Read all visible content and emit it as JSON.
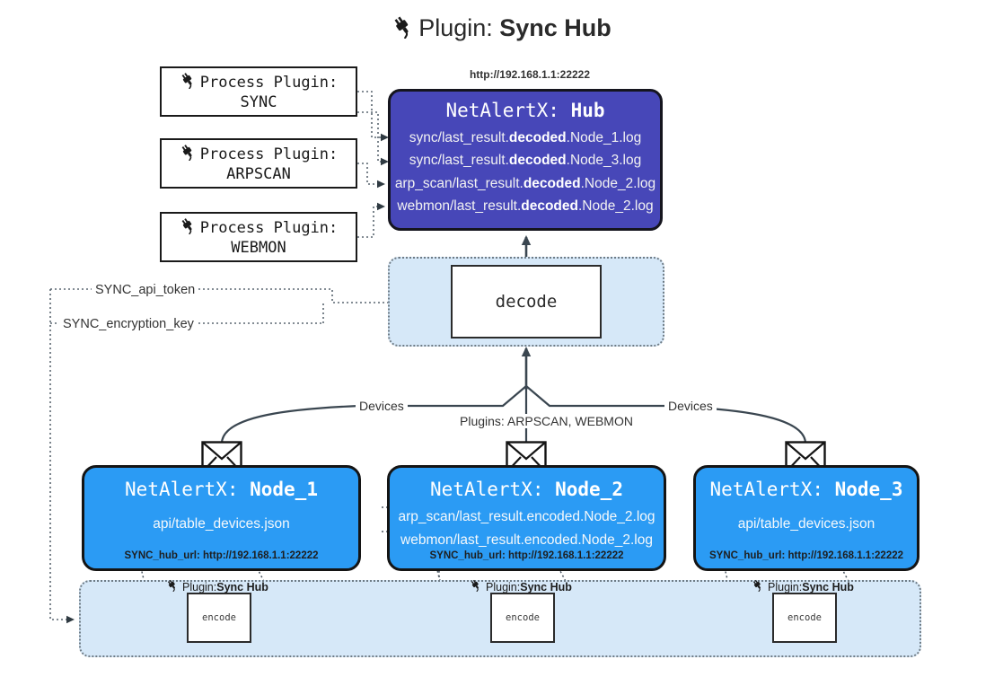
{
  "title": {
    "icon": "plug-icon",
    "prefix": "Plugin: ",
    "name": "Sync Hub"
  },
  "process_plugins": [
    {
      "icon": "plug-icon",
      "line1": "Process Plugin:",
      "line2": "SYNC"
    },
    {
      "icon": "plug-icon",
      "line1": "Process Plugin:",
      "line2": "ARPSCAN"
    },
    {
      "icon": "plug-icon",
      "line1": "Process Plugin:",
      "line2": "WEBMON"
    }
  ],
  "hub": {
    "url": "http://192.168.1.1:22222",
    "title_prefix": "NetAlertX: ",
    "title_name": "Hub",
    "logs": [
      {
        "pre": "sync/last_result.",
        "bold": "decoded",
        "post": ".Node_1.log"
      },
      {
        "pre": "sync/last_result.",
        "bold": "decoded",
        "post": ".Node_3.log"
      },
      {
        "pre": "arp_scan/last_result.",
        "bold": "decoded",
        "post": ".Node_2.log"
      },
      {
        "pre": "webmon/last_result.",
        "bold": "decoded",
        "post": ".Node_2.log"
      }
    ]
  },
  "decode": {
    "label": "decode"
  },
  "tokens": [
    {
      "label": "SYNC_api_token"
    },
    {
      "label": "SYNC_encryption_key"
    }
  ],
  "edge_labels": {
    "left_devices": "Devices",
    "center_plugins": "Plugins: ARPSCAN, WEBMON",
    "right_devices": "Devices"
  },
  "nodes": [
    {
      "title_prefix": "NetAlertX: ",
      "title_name": "Node_1",
      "lines": [
        "api/table_devices.json"
      ],
      "footer": "SYNC_hub_url: http://192.168.1.1:22222"
    },
    {
      "title_prefix": "NetAlertX: ",
      "title_name": "Node_2",
      "lines": [
        "arp_scan/last_result.encoded.Node_2.log",
        "webmon/last_result.encoded.Node_2.log"
      ],
      "footer": "SYNC_hub_url: http://192.168.1.1:22222"
    },
    {
      "title_prefix": "NetAlertX: ",
      "title_name": "Node_3",
      "lines": [
        "api/table_devices.json"
      ],
      "footer": "SYNC_hub_url: http://192.168.1.1:22222"
    }
  ],
  "encoders": [
    {
      "caption_prefix": "Plugin: ",
      "caption_name": "Sync Hub",
      "label": "encode"
    },
    {
      "caption_prefix": "Plugin: ",
      "caption_name": "Sync Hub",
      "label": "encode"
    },
    {
      "caption_prefix": "Plugin: ",
      "caption_name": "Sync Hub",
      "label": "encode"
    }
  ],
  "colors": {
    "hub_bg": "#4747b8",
    "node_bg": "#2b9bf4",
    "container_bg": "#d6e8f8",
    "stroke": "#141414",
    "dotted": "#6f7c86"
  }
}
